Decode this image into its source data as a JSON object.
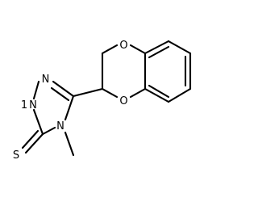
{
  "molecule": {
    "atoms": {
      "o_top": "O",
      "o_bottom": "O",
      "n_top": "N",
      "n_h": "N",
      "h_on_n": "1",
      "n_methyl": "N",
      "s_thione": "S"
    },
    "colors": {
      "bond": "#000000",
      "label": "#000000",
      "background": "#ffffff"
    }
  }
}
